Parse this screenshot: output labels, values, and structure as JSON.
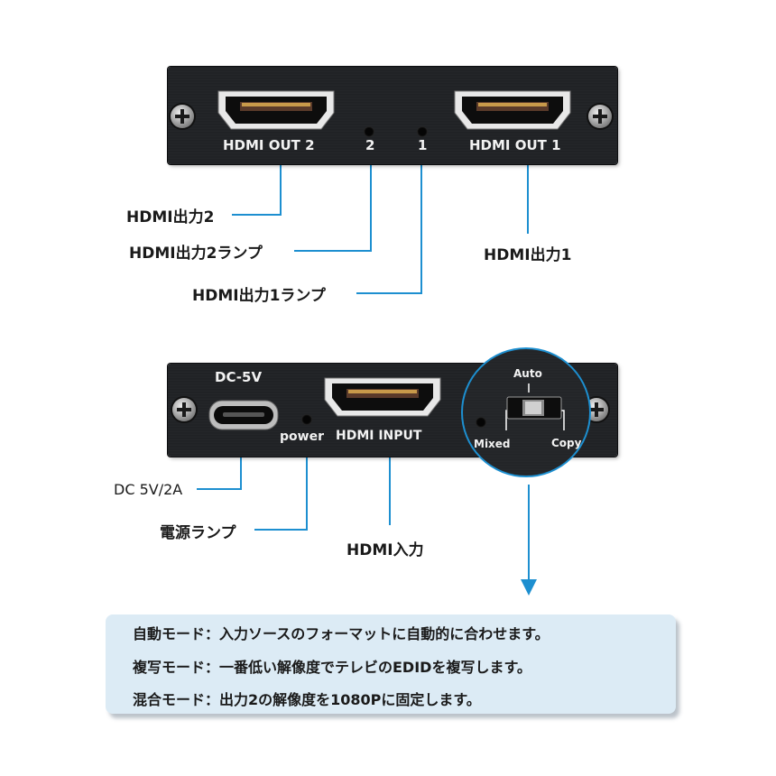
{
  "top_panel": {
    "labels": {
      "out2": "HDMI OUT 2",
      "led2": "2",
      "led1": "1",
      "out1": "HDMI OUT 1"
    }
  },
  "bottom_panel": {
    "labels": {
      "dc": "DC-5V",
      "power": "power",
      "input": "HDMI INPUT"
    },
    "switch": {
      "auto": "Auto",
      "mixed": "Mixed",
      "copy": "Copy"
    }
  },
  "callouts": {
    "hdmi_out2": "HDMI出力2",
    "hdmi_out2_lamp": "HDMI出力2ランプ",
    "hdmi_out1_lamp": "HDMI出力1ランプ",
    "hdmi_out1": "HDMI出力1",
    "dc": "DC 5V/2A",
    "power_lamp": "電源ランプ",
    "hdmi_in": "HDMI入力"
  },
  "info": {
    "line1": "自動モード：入力ソースのフォーマットに自動的に合わせます。",
    "line2": "複写モード：一番低い解像度でテレビのEDIDを複写します。",
    "line3": "混合モード：出力2の解像度を1080Pに固定します。"
  },
  "colors": {
    "leader": "#1d8fd0",
    "panel": "#222427",
    "info_bg": "#dcebf5"
  }
}
